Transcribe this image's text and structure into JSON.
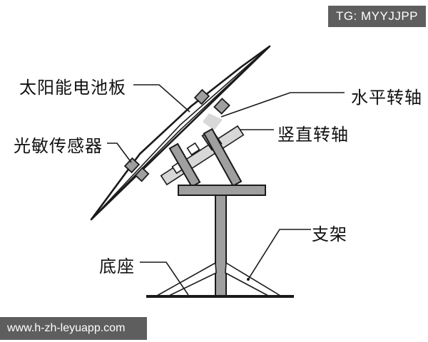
{
  "figure": {
    "badge": {
      "text": "TG: MYYJJPP"
    },
    "watermark": {
      "text": "www.h-zh-leyuapp.com"
    },
    "labels": {
      "solar_panel": "太阳能电池板",
      "light_sensor": "光敏传感器",
      "horizontal_axis": "水平转轴",
      "vertical_axis": "竖直转轴",
      "bracket": "支架",
      "base": "底座"
    },
    "colors": {
      "line": "#1a1a1a",
      "dark_fill": "#9f9f9f",
      "light_fill": "#d8d8d8",
      "panel_fill": "#ffffff",
      "overlay_bg": "#5e5e5e",
      "overlay_text": "#ffffff"
    }
  }
}
